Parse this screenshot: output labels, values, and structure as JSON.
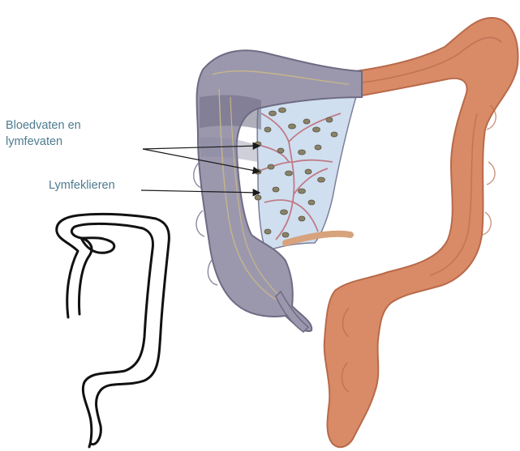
{
  "labels": {
    "vessels_line1": "Bloedvaten en",
    "vessels_line2": "lymfevaten",
    "lymph_nodes": "Lymfeklieren"
  },
  "figure": {
    "healthy_colon_color": "#d98a66",
    "resected_colon_color": "#9b98ad",
    "mesentery_color": "#cfdff0",
    "vessel_color": "#c07b86",
    "node_color": "#8a8268",
    "label_color": "#4d7b8f",
    "arrow_color": "#1a1a1a"
  }
}
